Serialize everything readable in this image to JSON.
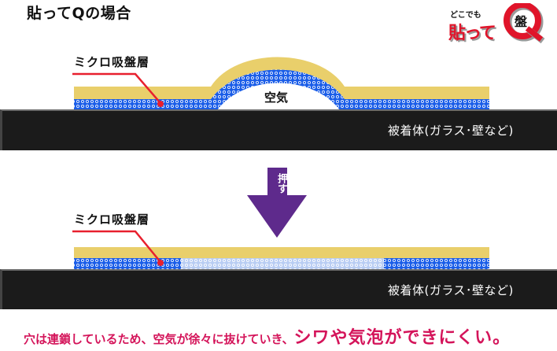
{
  "title": "貼ってQの場合",
  "logo": {
    "small_text": "どこでも",
    "main_text": "貼って",
    "badge_letter": "Q",
    "badge_kanji": "盤",
    "colors": {
      "red": "#e0142a",
      "grey": "#9a9a9a"
    }
  },
  "top_diagram": {
    "layer_label": "ミクロ吸盤層",
    "air_label": "空気",
    "substrate_label": "被着体(ガラス･壁など)"
  },
  "arrow": {
    "label": "押す",
    "color": "#5e2a8c"
  },
  "bottom_diagram": {
    "layer_label": "ミクロ吸盤層",
    "substrate_label": "被着体(ガラス･壁など)"
  },
  "caption": {
    "part1": "穴は連鎖しているため、空気が徐々に抜けていき、",
    "part2": "シワや気泡ができにくい。",
    "color": "#d4145a"
  },
  "colors": {
    "gold_film": "#e9cf6b",
    "suction_blue": "#1a5de8",
    "substrate": "#1b1b1b",
    "leader_line": "#e8202e"
  }
}
